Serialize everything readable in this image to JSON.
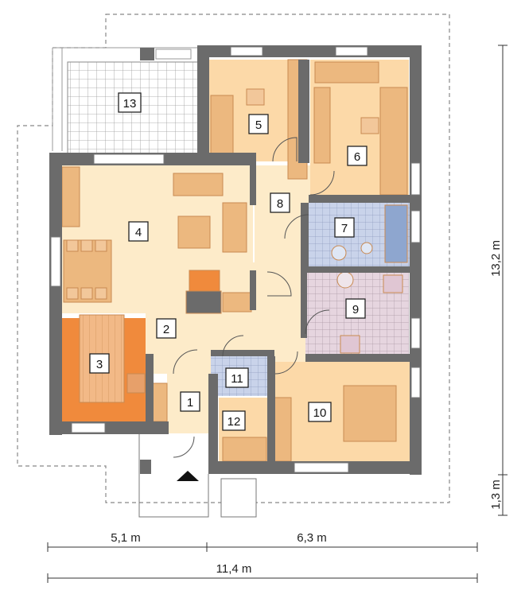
{
  "rooms": [
    {
      "id": "room-1",
      "label": "1"
    },
    {
      "id": "room-2",
      "label": "2"
    },
    {
      "id": "room-3",
      "label": "3"
    },
    {
      "id": "room-4",
      "label": "4"
    },
    {
      "id": "room-5",
      "label": "5"
    },
    {
      "id": "room-6",
      "label": "6"
    },
    {
      "id": "room-7",
      "label": "7"
    },
    {
      "id": "room-8",
      "label": "8"
    },
    {
      "id": "room-9",
      "label": "9"
    },
    {
      "id": "room-10",
      "label": "10"
    },
    {
      "id": "room-11",
      "label": "11"
    },
    {
      "id": "room-12",
      "label": "12"
    },
    {
      "id": "room-13",
      "label": "13"
    }
  ],
  "dimensions": {
    "width_left": "5,1 m",
    "width_right": "6,3 m",
    "width_total": "11,4 m",
    "height_main": "13,2 m",
    "height_small": "1,3 m"
  },
  "colors": {
    "wall": "#6b6b6b",
    "floor_day": "#fdebc9",
    "bedroom": "#fcd9a8",
    "furniture": "#ecb87f",
    "kitchen": "#f08a3c",
    "tile_blue": "#c9d3ea",
    "tile_pink": "#e6d5df",
    "terrace": "#ffffff"
  }
}
